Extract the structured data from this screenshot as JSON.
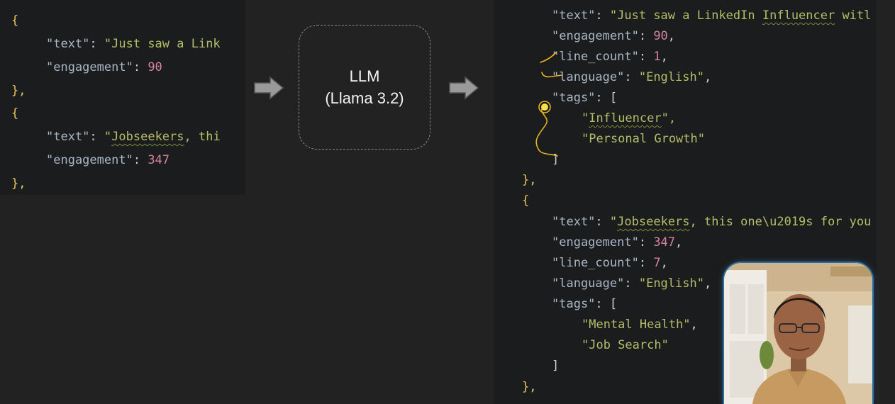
{
  "left_code": {
    "line1": "{",
    "line2_key": "\"text\"",
    "line2_sep": ": ",
    "line2_val": "\"Just saw a Link",
    "line3_key": "\"engagement\"",
    "line3_sep": ": ",
    "line3_val": "90",
    "line4": "},",
    "line5": "{",
    "line6_key": "\"text\"",
    "line6_sep": ": ",
    "line6_q": "\"",
    "line6_val_squiggle": "Jobseekers",
    "line6_val_rest": ", thi",
    "line7_key": "\"engagement\"",
    "line7_sep": ": ",
    "line7_val": "347",
    "line8": "},"
  },
  "llm_box": {
    "title": "LLM",
    "subtitle": "(Llama 3.2)"
  },
  "right_code": {
    "r1_key": "\"text\"",
    "r1_sep": ": ",
    "r1_val_a": "\"Just saw a ",
    "r1_val_sq": "LinkedIn",
    "r1_val_b": " ",
    "r1_val_sq2": "Influencer",
    "r1_val_c": " witl",
    "r2_key": "\"engagement\"",
    "r2_sep": ": ",
    "r2_val": "90",
    "r2_end": ",",
    "r3_key": "\"line_count\"",
    "r3_sep": ": ",
    "r3_val": "1",
    "r3_end": ",",
    "r4_key": "\"language\"",
    "r4_sep": ": ",
    "r4_val": "\"English\"",
    "r4_end": ",",
    "r5_key": "\"tags\"",
    "r5_sep": ": [",
    "r6_q1": "\"",
    "r6_val": "Influencer",
    "r6_q2": "\",",
    "r7_val": "\"Personal Growth\"",
    "r8": "]",
    "r9": "},",
    "r10": "{",
    "r11_key": "\"text\"",
    "r11_sep": ": ",
    "r11_q": "\"",
    "r11_val_sq": "Jobseekers",
    "r11_val_rest": ", this one\\u2019s for you",
    "r12_key": "\"engagement\"",
    "r12_sep": ": ",
    "r12_val": "347",
    "r12_end": ",",
    "r13_key": "\"line_count\"",
    "r13_sep": ": ",
    "r13_val": "7",
    "r13_end": ",",
    "r14_key": "\"language\"",
    "r14_sep": ": ",
    "r14_val": "\"English\"",
    "r14_end": ",",
    "r15_key": "\"tags\"",
    "r15_sep": ": [",
    "r16_val": "\"Mental Health\"",
    "r16_end": ",",
    "r17_val": "\"Job Search\"",
    "r18": "]",
    "r19": "},"
  },
  "icons": {
    "arrow": "right-arrow-icon",
    "presenter": "presenter-webcam"
  },
  "colors": {
    "background": "#222222",
    "panel": "#1b1c1d",
    "key": "#a9b7c6",
    "string": "#b5bd68",
    "number": "#d6829a",
    "brace": "#e8c35c",
    "annotation": "#f5d94a"
  }
}
